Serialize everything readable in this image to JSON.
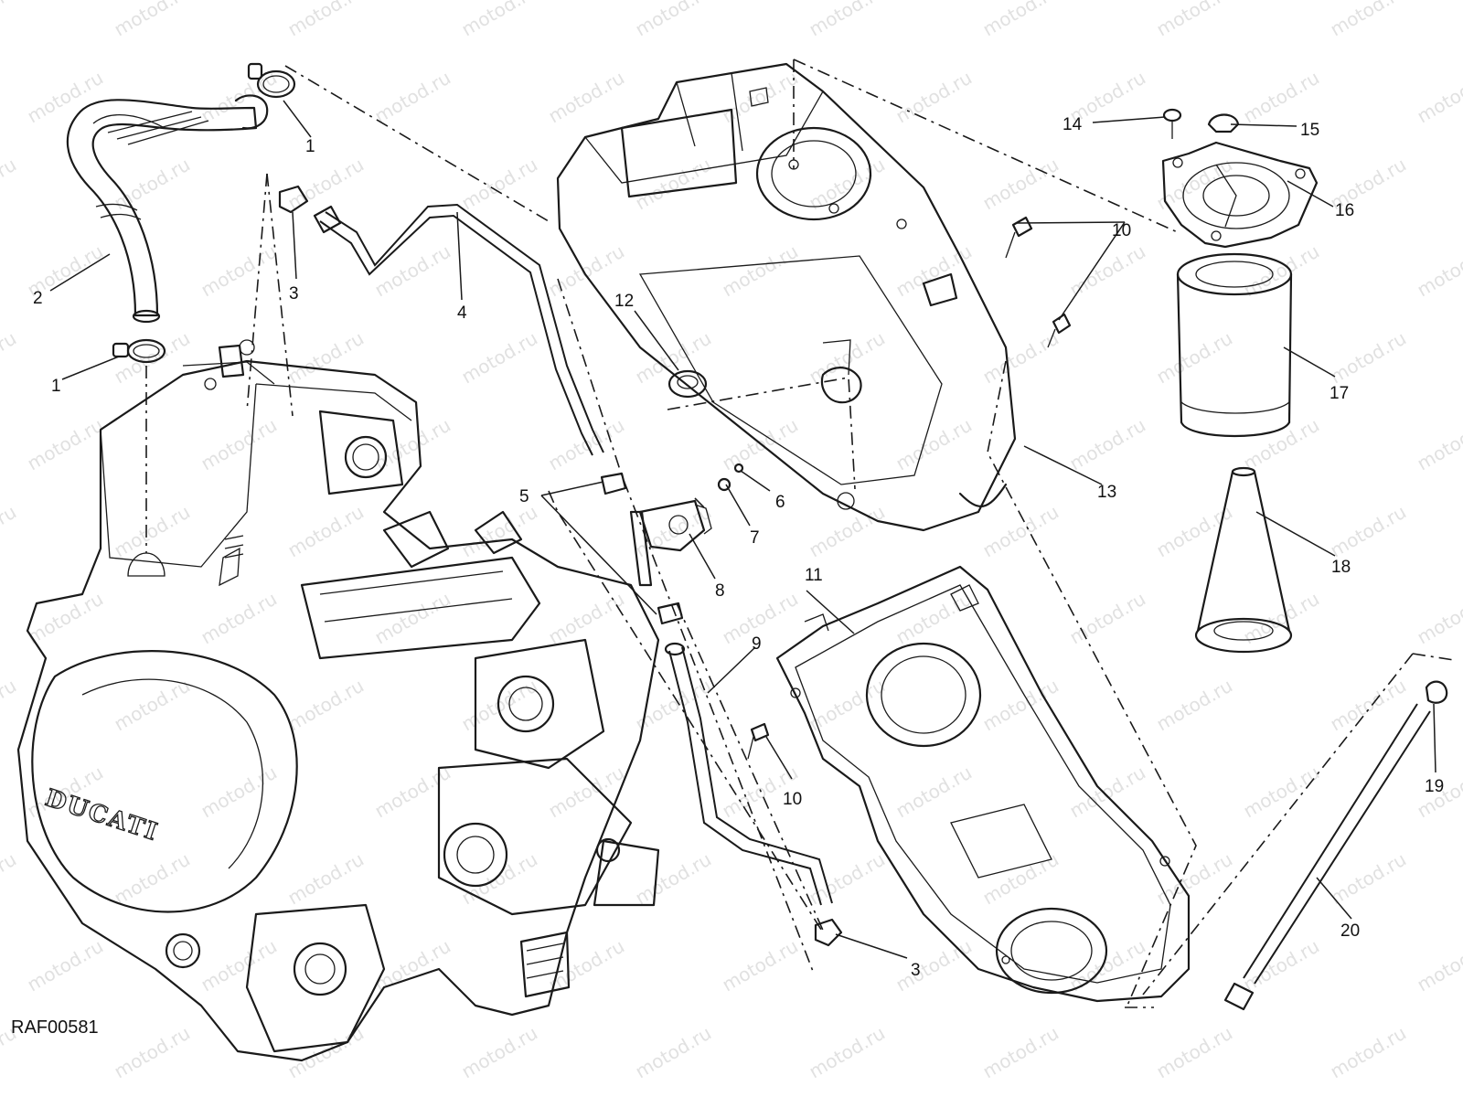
{
  "diagram": {
    "reference_code": "RAF00581",
    "watermark_text": "motod.ru",
    "brand_mark": "DUCATI",
    "callouts": [
      {
        "id": "c1a",
        "label": "1"
      },
      {
        "id": "c1b",
        "label": "1"
      },
      {
        "id": "c2",
        "label": "2"
      },
      {
        "id": "c3a",
        "label": "3"
      },
      {
        "id": "c3b",
        "label": "3"
      },
      {
        "id": "c4",
        "label": "4"
      },
      {
        "id": "c5",
        "label": "5"
      },
      {
        "id": "c6",
        "label": "6"
      },
      {
        "id": "c7",
        "label": "7"
      },
      {
        "id": "c8",
        "label": "8"
      },
      {
        "id": "c9",
        "label": "9"
      },
      {
        "id": "c10a",
        "label": "10"
      },
      {
        "id": "c10b",
        "label": "10"
      },
      {
        "id": "c11",
        "label": "11"
      },
      {
        "id": "c12",
        "label": "12"
      },
      {
        "id": "c13",
        "label": "13"
      },
      {
        "id": "c14",
        "label": "14"
      },
      {
        "id": "c15",
        "label": "15"
      },
      {
        "id": "c16",
        "label": "16"
      },
      {
        "id": "c17",
        "label": "17"
      },
      {
        "id": "c18",
        "label": "18"
      },
      {
        "id": "c19",
        "label": "19"
      },
      {
        "id": "c20",
        "label": "20"
      }
    ]
  },
  "colors": {
    "line": "#1a1a1a",
    "background": "#ffffff",
    "watermark": "#e1e1e1"
  }
}
